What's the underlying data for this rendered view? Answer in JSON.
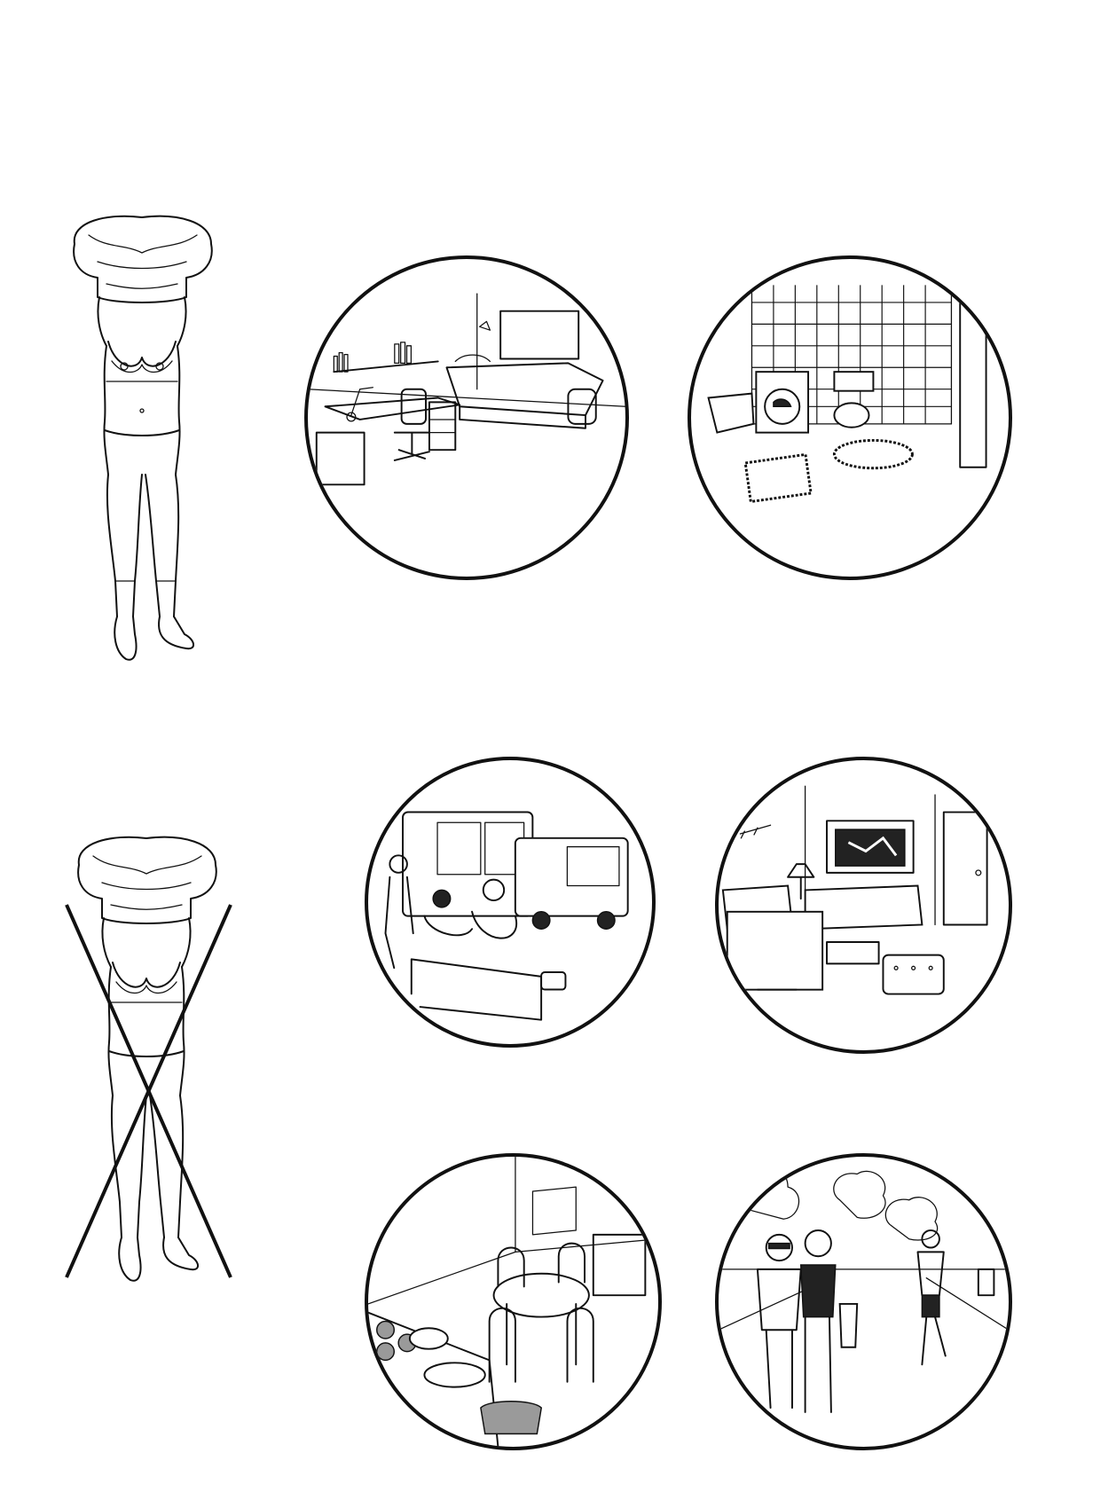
{
  "figures": [
    {
      "id": "correct",
      "crossed": false
    },
    {
      "id": "incorrect",
      "crossed": true
    }
  ],
  "scenes": [
    {
      "id": "bedroom"
    },
    {
      "id": "bathroom"
    },
    {
      "id": "bus-stop"
    },
    {
      "id": "living-room"
    },
    {
      "id": "kitchen"
    },
    {
      "id": "street"
    }
  ],
  "colors": {
    "ink": "#111111",
    "background": "#ffffff",
    "shade": "#9a9a9a"
  }
}
